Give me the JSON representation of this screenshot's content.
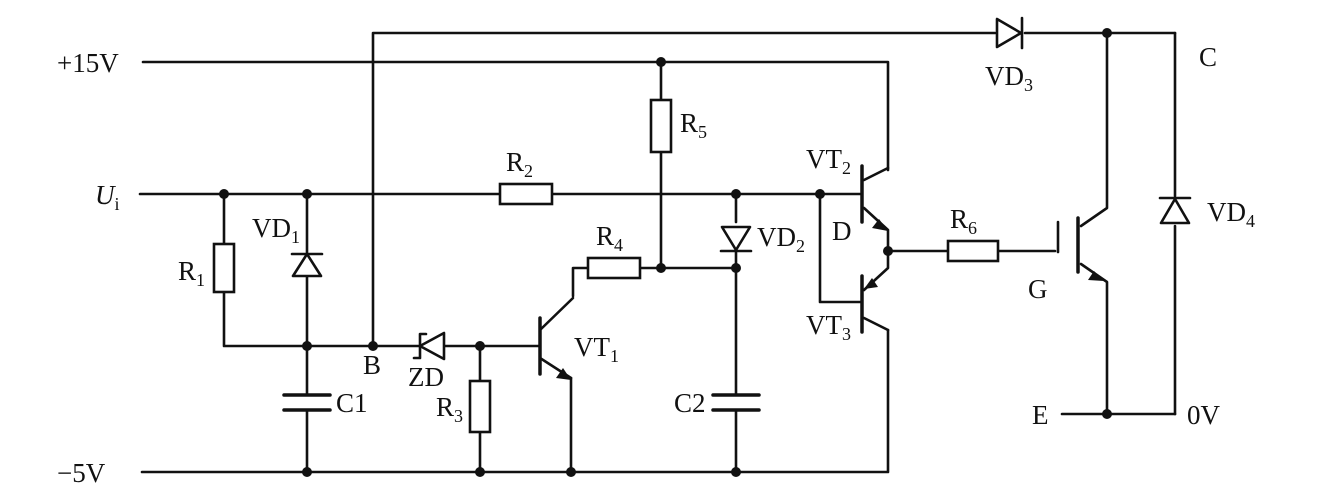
{
  "rails": {
    "plus15": "+15V",
    "minus5": "−5V",
    "input": "U",
    "input_sub": "i",
    "ground": "0V"
  },
  "nodes": {
    "b": "B",
    "c": "C",
    "d": "D",
    "e": "E",
    "g": "G"
  },
  "parts": {
    "r1": "R",
    "r1_sub": "1",
    "r2": "R",
    "r2_sub": "2",
    "r3": "R",
    "r3_sub": "3",
    "r4": "R",
    "r4_sub": "4",
    "r5": "R",
    "r5_sub": "5",
    "r6": "R",
    "r6_sub": "6",
    "vd1": "VD",
    "vd1_sub": "1",
    "vd2": "VD",
    "vd2_sub": "2",
    "vd3": "VD",
    "vd3_sub": "3",
    "vd4": "VD",
    "vd4_sub": "4",
    "vt1": "VT",
    "vt1_sub": "1",
    "vt2": "VT",
    "vt2_sub": "2",
    "vt3": "VT",
    "vt3_sub": "3",
    "c1": "C",
    "c1_sub": "1",
    "c2": "C",
    "c2_sub": "2",
    "zd": "ZD"
  },
  "colors": {
    "ink": "#111111",
    "paper": "#ffffff"
  }
}
